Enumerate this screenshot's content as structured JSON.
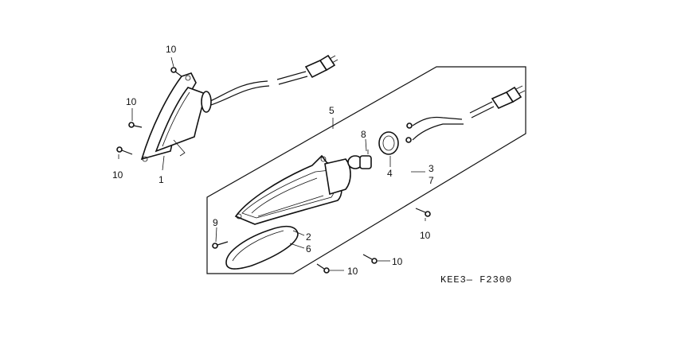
{
  "diagram": {
    "code": "KEE3— F2300",
    "callouts": [
      {
        "id": "c1",
        "text": "10"
      },
      {
        "id": "c2",
        "text": "10"
      },
      {
        "id": "c3",
        "text": "10"
      },
      {
        "id": "c4",
        "text": "1"
      },
      {
        "id": "c5",
        "text": "5"
      },
      {
        "id": "c6",
        "text": "8"
      },
      {
        "id": "c7",
        "text": "4"
      },
      {
        "id": "c8",
        "text": "3"
      },
      {
        "id": "c9",
        "text": "7"
      },
      {
        "id": "c10",
        "text": "10"
      },
      {
        "id": "c11",
        "text": "9"
      },
      {
        "id": "c12",
        "text": "2"
      },
      {
        "id": "c13",
        "text": "6"
      },
      {
        "id": "c14",
        "text": "10"
      },
      {
        "id": "c15",
        "text": "10"
      }
    ]
  }
}
